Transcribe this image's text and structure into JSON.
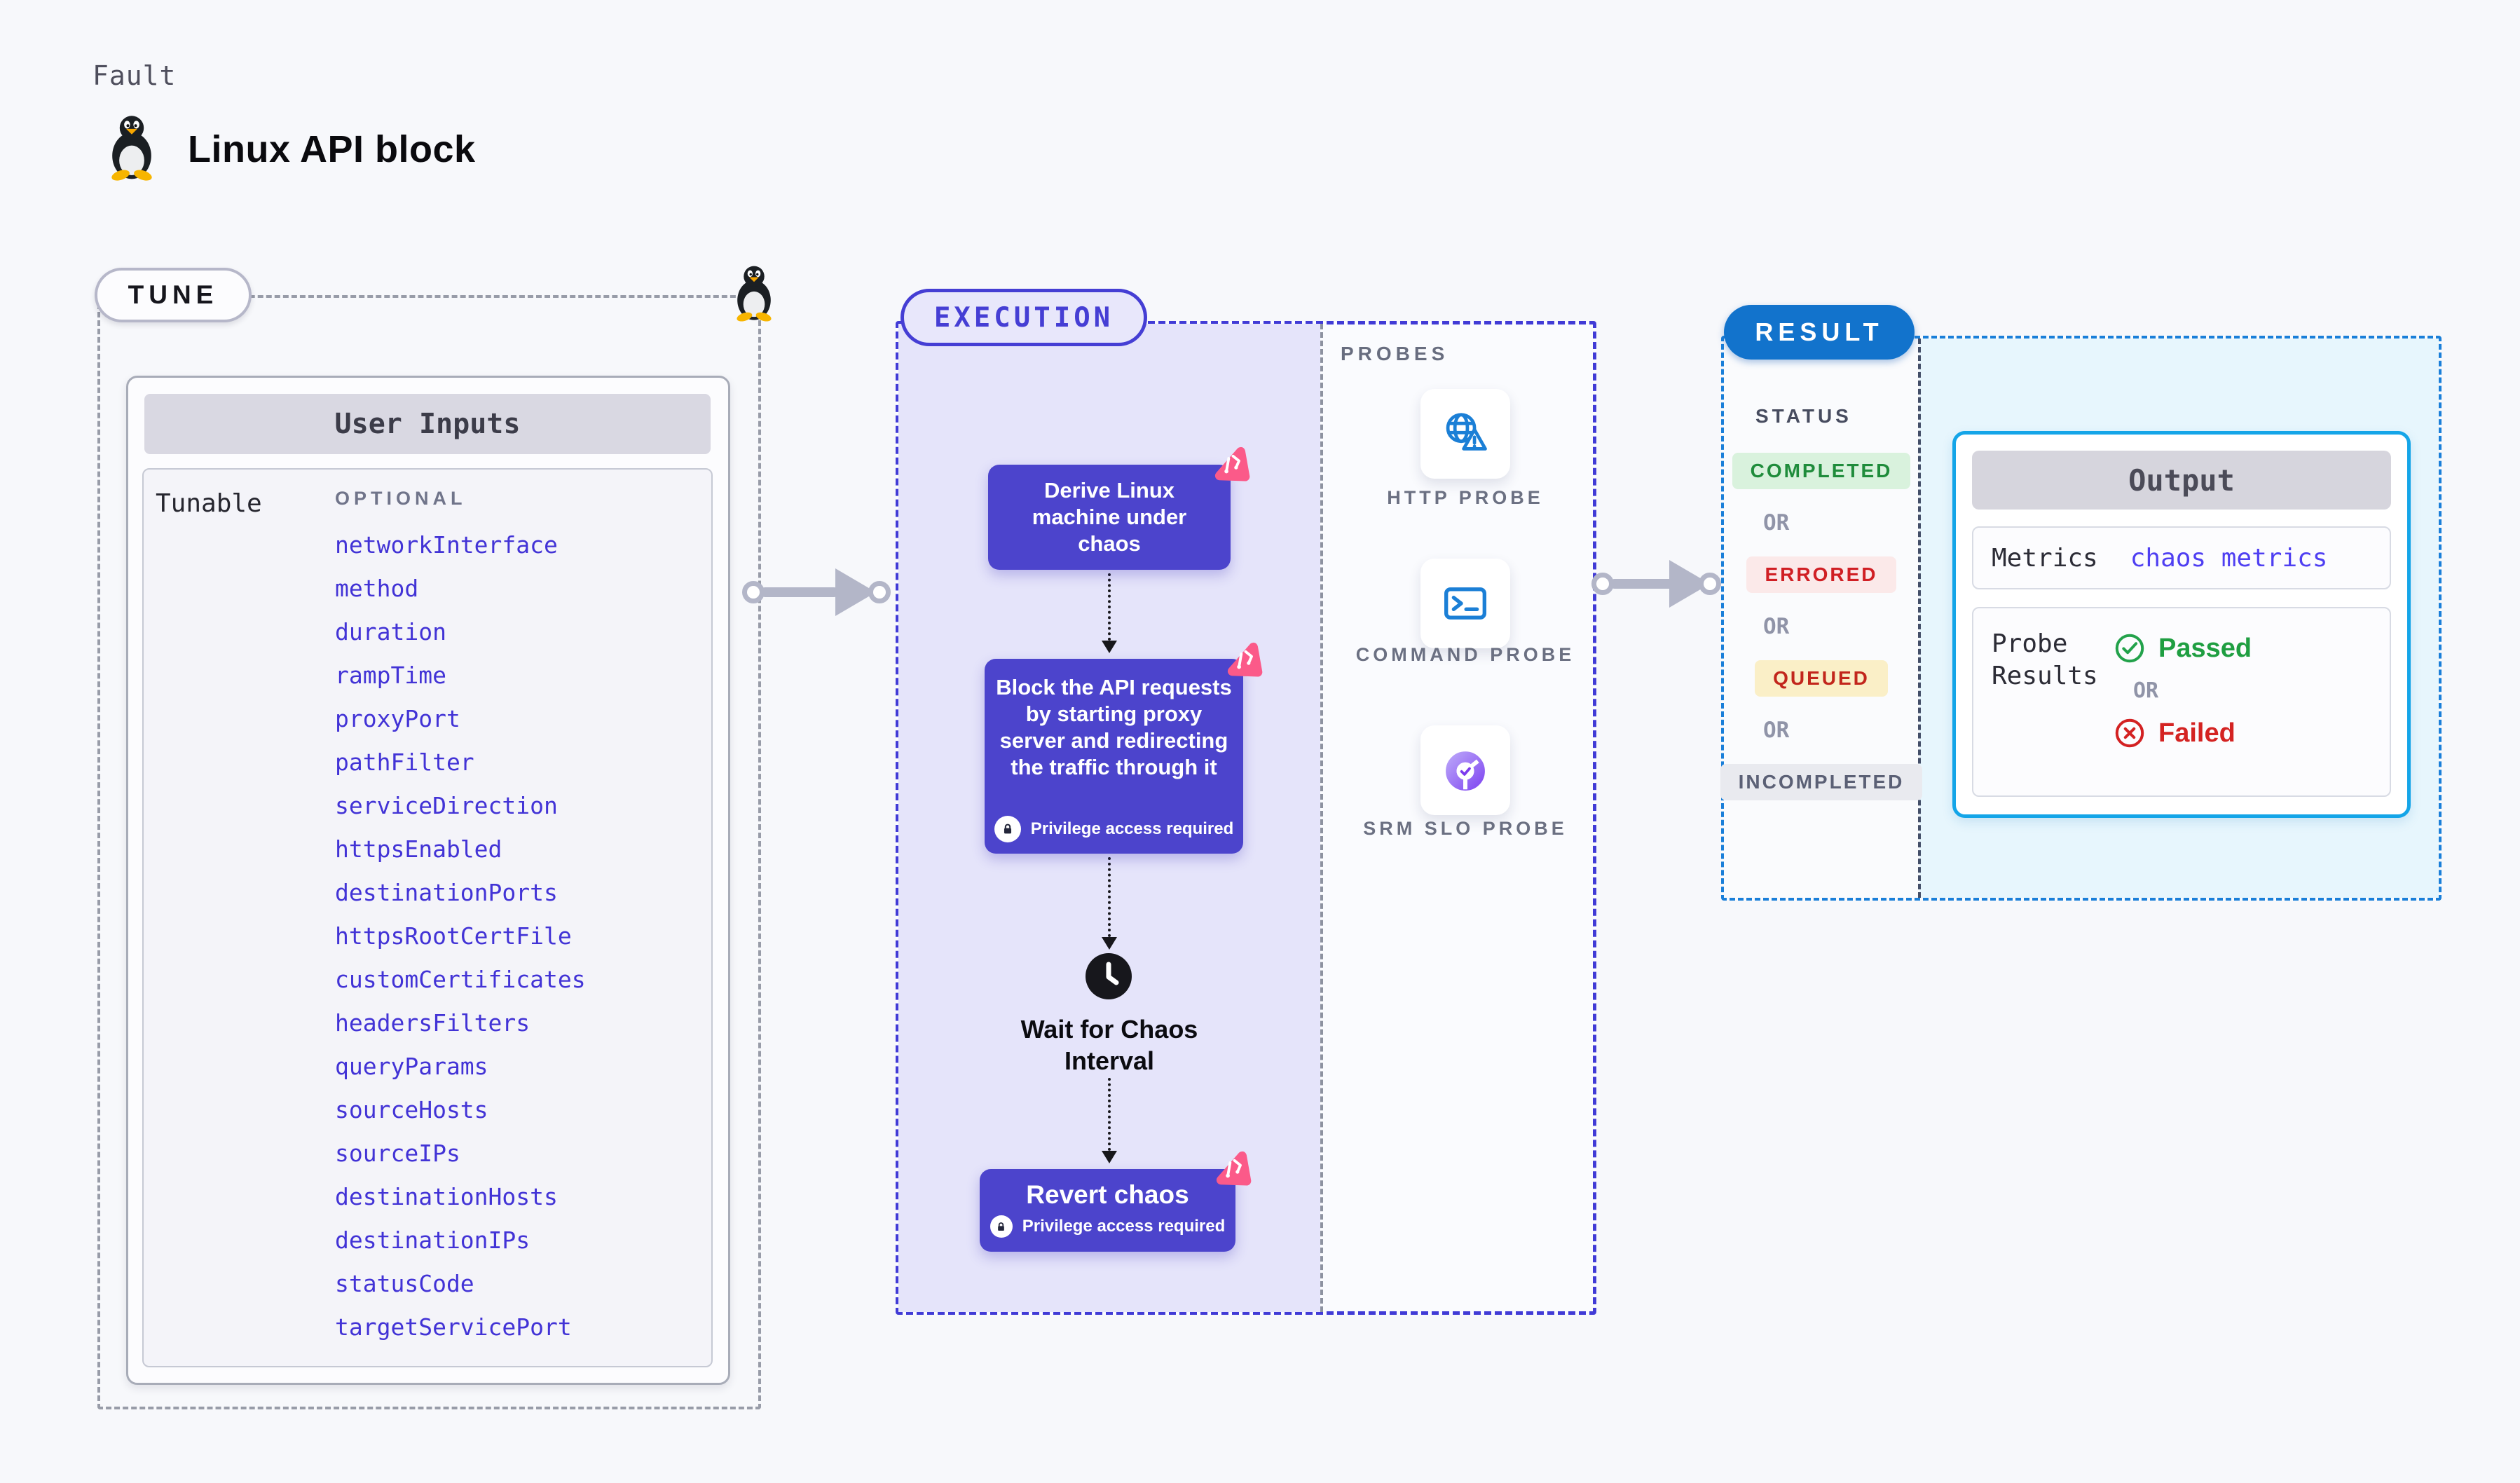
{
  "page": {
    "kicker": "Fault",
    "title": "Linux API block"
  },
  "tune": {
    "label": "TUNE",
    "panel_title": "User Inputs",
    "row_label": "Tunable",
    "row_tag": "OPTIONAL",
    "params": [
      "networkInterface",
      "method",
      "duration",
      "rampTime",
      "proxyPort",
      "pathFilter",
      "serviceDirection",
      "httpsEnabled",
      "destinationPorts",
      "httpsRootCertFile",
      "customCertificates",
      "headersFilters",
      "queryParams",
      "sourceHosts",
      "sourceIPs",
      "destinationHosts",
      "destinationIPs",
      "statusCode",
      "targetServicePort"
    ]
  },
  "flow": {
    "section_label": "EXECUTION",
    "steps": [
      {
        "text": "Derive Linux machine under chaos",
        "privilege": false
      },
      {
        "text": "Block the API requests by starting proxy server and redirecting the traffic through it",
        "privilege": true
      },
      {
        "text": "Revert chaos",
        "privilege": true
      }
    ],
    "wait_label": "Wait for Chaos Interval",
    "privilege_label": "Privilege access required"
  },
  "probes": {
    "section_label": "PROBES",
    "items": [
      {
        "name": "HTTP PROBE",
        "icon": "globe-alert-icon"
      },
      {
        "name": "COMMAND PROBE",
        "icon": "terminal-icon"
      },
      {
        "name": "SRM SLO PROBE",
        "icon": "slo-donut-icon"
      }
    ]
  },
  "result": {
    "section_label": "RESULT",
    "status_label": "STATUS",
    "or_label": "OR",
    "statuses": [
      {
        "label": "COMPLETED",
        "text_color": "#1f8c3b",
        "bg": "#d9f2dd"
      },
      {
        "label": "ERRORED",
        "text_color": "#d01f24",
        "bg": "#fbe9e9"
      },
      {
        "label": "QUEUED",
        "text_color": "#c2261c",
        "bg": "#faefc7"
      },
      {
        "label": "INCOMPLETED",
        "text_color": "#5b6075",
        "bg": "#e9eaef"
      }
    ],
    "output": {
      "title": "Output",
      "metrics_label": "Metrics",
      "metrics_value": "chaos metrics",
      "probe_results_label": "Probe Results",
      "passed_label": "Passed",
      "failed_label": "Failed"
    }
  },
  "colors": {
    "accent_indigo": "#4c44cc",
    "execution_border": "#413bd6",
    "result_border": "#1a7fd9",
    "result_pill_bg": "#1273cc",
    "output_border": "#14a5e8",
    "chaos_pink": "#fb5a89",
    "probe_blue": "#1b7fd6",
    "slo_purple": "#8b5cf6",
    "passed_green": "#1f9e41",
    "failed_red": "#d42322",
    "param_link_blue": "#4233d6"
  }
}
